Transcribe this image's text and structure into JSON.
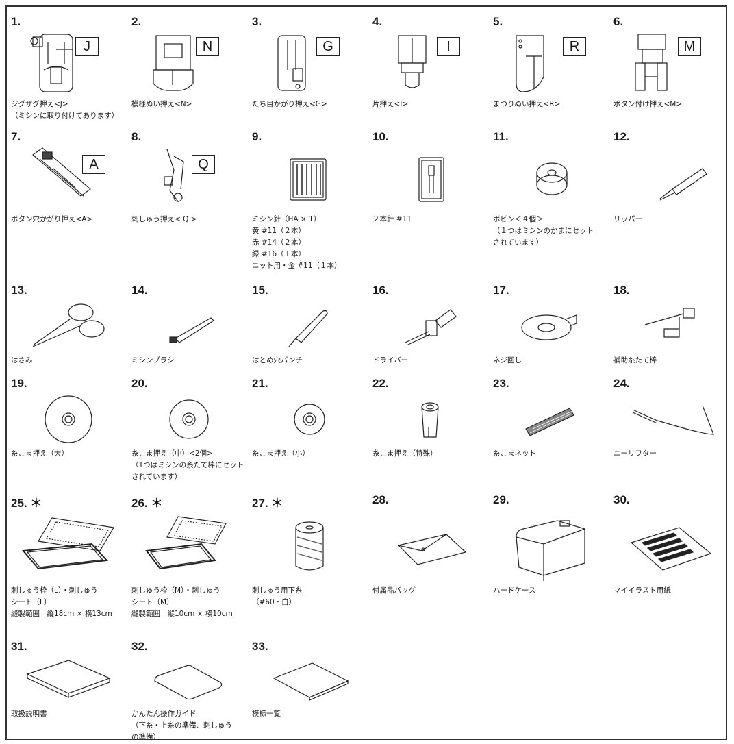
{
  "items": [
    {
      "num": "1.",
      "label": "J",
      "caption": [
        "ジグザグ押え<J>",
        "（ミシンに取り付けてあります）"
      ],
      "icon": "zigzag-foot-icon"
    },
    {
      "num": "2.",
      "label": "N",
      "caption": [
        "模様ぬい押え<N>"
      ],
      "icon": "monogram-foot-icon"
    },
    {
      "num": "3.",
      "label": "G",
      "caption": [
        "たち目かがり押え<G>"
      ],
      "icon": "overcasting-foot-icon"
    },
    {
      "num": "4.",
      "label": "I",
      "caption": [
        "片押え<I>"
      ],
      "icon": "zipper-foot-icon"
    },
    {
      "num": "5.",
      "label": "R",
      "caption": [
        "まつりぬい押え<R>"
      ],
      "icon": "blind-stitch-foot-icon"
    },
    {
      "num": "6.",
      "label": "M",
      "caption": [
        "ボタン付け押え<M>"
      ],
      "icon": "button-fitting-foot-icon"
    },
    {
      "num": "7.",
      "label": "A",
      "caption": [
        "ボタン穴かがり押え<A>"
      ],
      "icon": "buttonhole-foot-icon"
    },
    {
      "num": "8.",
      "label": "Q",
      "caption": [
        "刺しゅう押え< Q >"
      ],
      "icon": "embroidery-foot-icon"
    },
    {
      "num": "9.",
      "label": "",
      "caption": [
        "ミシン針（HA × 1）",
        "黄 #11（２本）",
        "赤 #14（２本）",
        "緑 #16（１本）",
        "ニット用・金 #11（１本）"
      ],
      "icon": "needle-pack-icon"
    },
    {
      "num": "10.",
      "label": "",
      "caption": [
        "２本針 #11"
      ],
      "icon": "twin-needle-icon"
    },
    {
      "num": "11.",
      "label": "",
      "caption": [
        "ボビン＜４個＞",
        "（１つはミシンのかまにセット",
        "されています）"
      ],
      "icon": "bobbin-icon"
    },
    {
      "num": "12.",
      "label": "",
      "caption": [
        "リッパー"
      ],
      "icon": "seam-ripper-icon"
    },
    {
      "num": "13.",
      "label": "",
      "caption": [
        "はさみ"
      ],
      "icon": "scissors-icon"
    },
    {
      "num": "14.",
      "label": "",
      "caption": [
        "ミシンブラシ"
      ],
      "icon": "cleaning-brush-icon"
    },
    {
      "num": "15.",
      "label": "",
      "caption": [
        "はとめ穴パンチ"
      ],
      "icon": "eyelet-punch-icon"
    },
    {
      "num": "16.",
      "label": "",
      "caption": [
        "ドライバー"
      ],
      "icon": "screwdriver-icon"
    },
    {
      "num": "17.",
      "label": "",
      "caption": [
        "ネジ回し"
      ],
      "icon": "disc-screwdriver-icon"
    },
    {
      "num": "18.",
      "label": "",
      "caption": [
        "補助糸たて棒"
      ],
      "icon": "spool-pin-icon"
    },
    {
      "num": "19.",
      "label": "",
      "caption": [
        "糸こま押え（大）"
      ],
      "icon": "spool-cap-large-icon"
    },
    {
      "num": "20.",
      "label": "",
      "caption": [
        "糸こま押え（中）<2個>",
        "（1つはミシンの糸たて棒にセット",
        "されています）"
      ],
      "icon": "spool-cap-medium-icon"
    },
    {
      "num": "21.",
      "label": "",
      "caption": [
        "糸こま押え（小）"
      ],
      "icon": "spool-cap-small-icon"
    },
    {
      "num": "22.",
      "label": "",
      "caption": [
        "糸こま押え（特殊）"
      ],
      "icon": "spool-cap-special-icon"
    },
    {
      "num": "23.",
      "label": "",
      "caption": [
        "糸こまネット"
      ],
      "icon": "spool-net-icon"
    },
    {
      "num": "24.",
      "label": "",
      "caption": [
        "ニーリフター"
      ],
      "icon": "knee-lifter-icon"
    },
    {
      "num": "25. ＊",
      "label": "",
      "caption": [
        "刺しゅう枠（L）・刺しゅう",
        "シート（L）",
        "縫製範囲　縦18cm × 横13cm"
      ],
      "icon": "embroidery-frame-large-icon"
    },
    {
      "num": "26. ＊",
      "label": "",
      "caption": [
        "刺しゅう枠（M）・刺しゅう",
        "シート（M）",
        "縫製範囲　縦10cm × 横10cm"
      ],
      "icon": "embroidery-frame-medium-icon"
    },
    {
      "num": "27. ＊",
      "label": "",
      "caption": [
        "刺しゅう用下糸",
        "（#60・白）"
      ],
      "icon": "bobbin-thread-icon"
    },
    {
      "num": "28.",
      "label": "",
      "caption": [
        "付属品バッグ"
      ],
      "icon": "accessory-bag-icon"
    },
    {
      "num": "29.",
      "label": "",
      "caption": [
        "ハードケース"
      ],
      "icon": "hard-case-icon"
    },
    {
      "num": "30.",
      "label": "",
      "caption": [
        "マイイラスト用紙"
      ],
      "icon": "illustration-sheet-icon"
    },
    {
      "num": "31.",
      "label": "",
      "caption": [
        "取扱説明書"
      ],
      "icon": "manual-book-icon"
    },
    {
      "num": "32.",
      "label": "",
      "caption": [
        "かんたん操作ガイド",
        "（下糸・上糸の準備、刺しゅう",
        "の準備）"
      ],
      "icon": "quick-guide-icon"
    },
    {
      "num": "33.",
      "label": "",
      "caption": [
        "模様一覧"
      ],
      "icon": "pattern-list-icon"
    }
  ]
}
